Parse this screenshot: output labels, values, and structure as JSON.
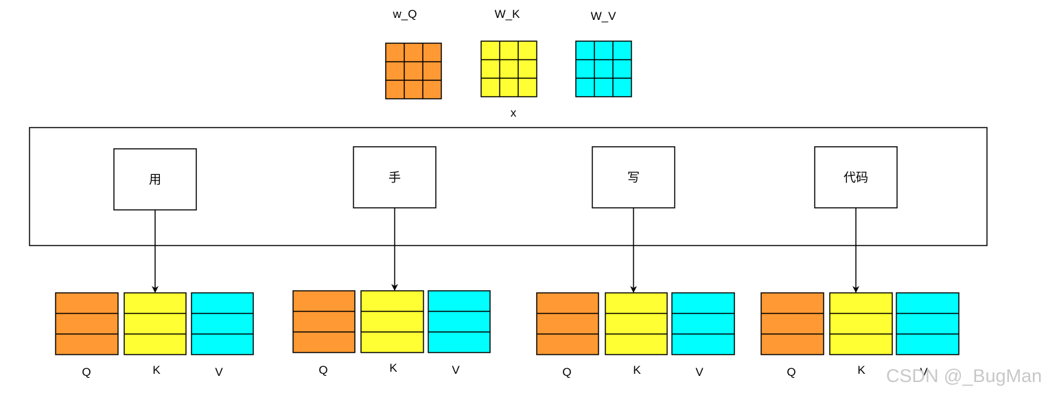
{
  "colors": {
    "q": "#ff9933",
    "k": "#ffff33",
    "v": "#00ffff",
    "stroke": "#000000"
  },
  "weights": {
    "w_q_label": "w_Q",
    "w_k_label": "W_K",
    "w_v_label": "W_V",
    "x_label": "x"
  },
  "tokens": [
    {
      "text": "用",
      "q_label": "Q",
      "k_label": "K",
      "v_label": "V"
    },
    {
      "text": "手",
      "q_label": "Q",
      "k_label": "K",
      "v_label": "V"
    },
    {
      "text": "写",
      "q_label": "Q",
      "k_label": "K",
      "v_label": "V"
    },
    {
      "text": "代码",
      "q_label": "Q",
      "k_label": "K",
      "v_label": "V"
    }
  ],
  "watermark": "CSDN @_BugMan"
}
